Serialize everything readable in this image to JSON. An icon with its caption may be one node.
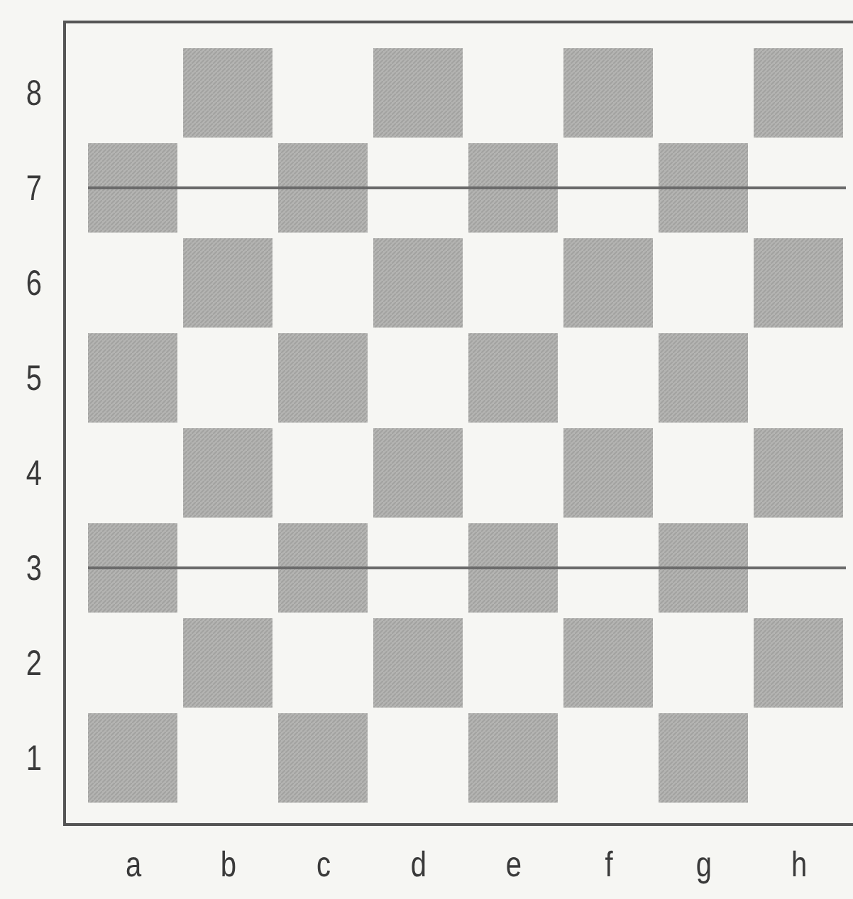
{
  "diagram": {
    "labels": [
      "8",
      "7",
      "6",
      "5",
      "4",
      "3",
      "2",
      "1",
      "a",
      "b",
      "c",
      "d",
      "e",
      "f",
      "g",
      "h"
    ]
  }
}
